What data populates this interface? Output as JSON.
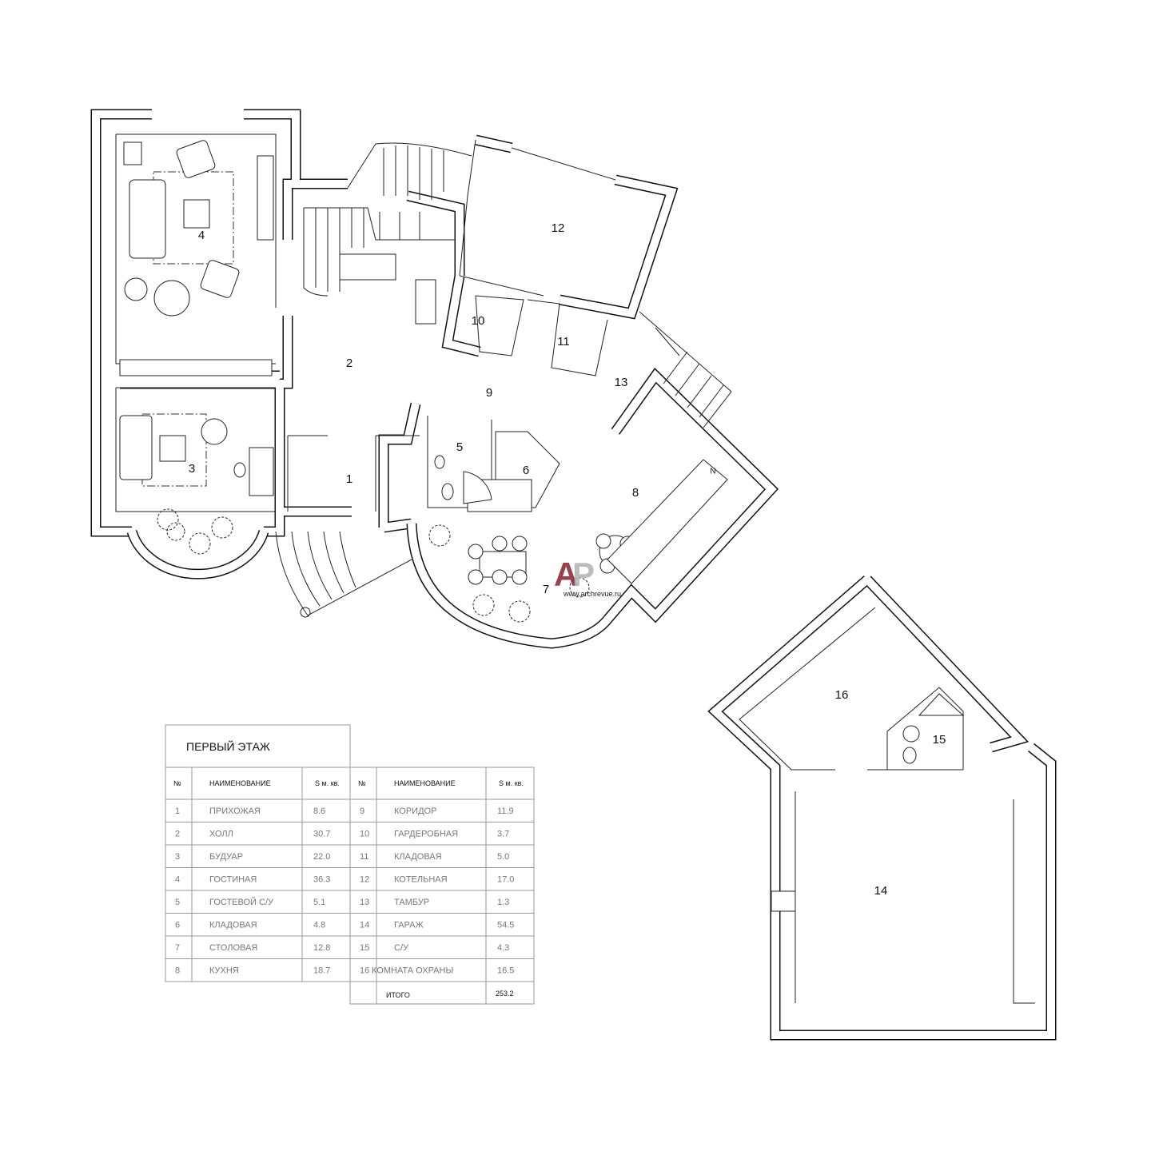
{
  "plan": {
    "room_labels": [
      "1",
      "2",
      "3",
      "4",
      "5",
      "6",
      "7",
      "8",
      "9",
      "10",
      "11",
      "12",
      "13",
      "14",
      "15",
      "16"
    ],
    "fridge_mark": "N",
    "watermark": {
      "logo": "AP",
      "site": "www.archrevue.ru",
      "logo_colors": [
        "#8b2f3c",
        "#b5b5b5"
      ]
    }
  },
  "table": {
    "title": "ПЕРВЫЙ ЭТАЖ",
    "headers": {
      "num": "№",
      "name": "НАИМЕНОВАНИЕ",
      "area": "S м. кв."
    },
    "left_rows": [
      {
        "num": "1",
        "name": "ПРИХОЖАЯ",
        "area": "8.6"
      },
      {
        "num": "2",
        "name": "ХОЛЛ",
        "area": "30.7"
      },
      {
        "num": "3",
        "name": "БУДУАР",
        "area": "22.0"
      },
      {
        "num": "4",
        "name": "ГОСТИНАЯ",
        "area": "36.3"
      },
      {
        "num": "5",
        "name": "ГОСТЕВОЙ С/У",
        "area": "5.1"
      },
      {
        "num": "6",
        "name": "КЛАДОВАЯ",
        "area": "4.8"
      },
      {
        "num": "7",
        "name": "СТОЛОВАЯ",
        "area": "12.8"
      },
      {
        "num": "8",
        "name": "КУХНЯ",
        "area": "18.7"
      }
    ],
    "right_rows": [
      {
        "num": "9",
        "name": "КОРИДОР",
        "area": "11.9"
      },
      {
        "num": "10",
        "name": "ГАРДЕРОБНАЯ",
        "area": "3.7"
      },
      {
        "num": "11",
        "name": "КЛАДОВАЯ",
        "area": "5.0"
      },
      {
        "num": "12",
        "name": "КОТЕЛЬНАЯ",
        "area": "17.0"
      },
      {
        "num": "13",
        "name": "ТАМБУР",
        "area": "1.3"
      },
      {
        "num": "14",
        "name": "ГАРАЖ",
        "area": "54.5"
      },
      {
        "num": "15",
        "name": "С/У",
        "area": "4.3"
      },
      {
        "num": "16",
        "name": "КОМНАТА ОХРАНЫ",
        "area": "16.5"
      }
    ],
    "total_label": "ИТОГО",
    "total_value": "253.2"
  }
}
